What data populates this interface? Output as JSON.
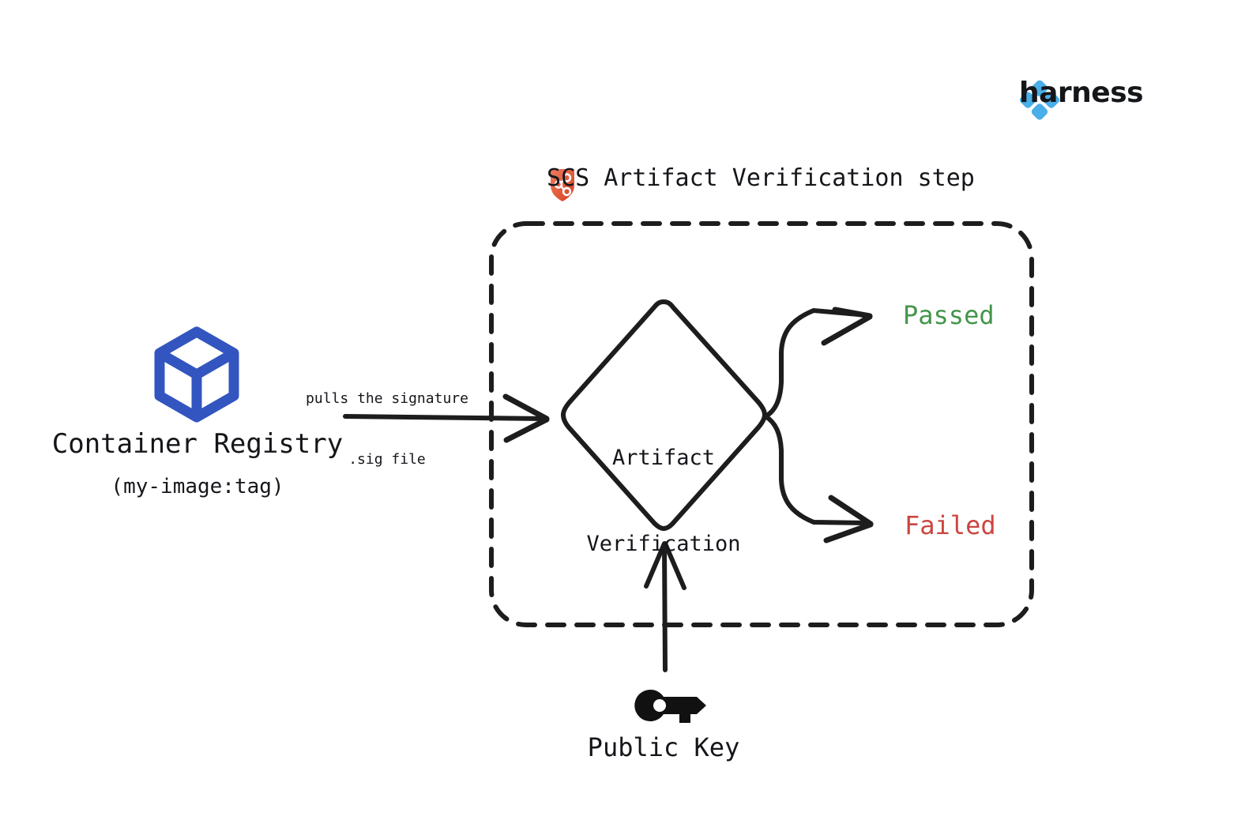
{
  "brand": {
    "name": "harness",
    "logo_icon": "harness-diamond-logo",
    "color": "#4aaee8"
  },
  "title": {
    "icon": "scs-shield-icon",
    "icon_color": "#e0553c",
    "text": "SCS Artifact Verification step"
  },
  "diagram": {
    "type": "flow-diagram",
    "nodes": {
      "registry": {
        "icon": "container-cube-icon",
        "icon_color": "#3355c0",
        "label": "Container Registry",
        "sublabel": "(my-image:tag)"
      },
      "decision": {
        "shape": "diamond",
        "label_line1": "Artifact",
        "label_line2": "Verification"
      },
      "public_key": {
        "icon": "key-icon",
        "icon_color": "#111111",
        "label": "Public Key"
      }
    },
    "edges": {
      "registry_to_decision": {
        "label_line1": "pulls the signature",
        "label_line2": ".sig file"
      },
      "key_to_decision": {
        "label": ""
      }
    },
    "outcomes": [
      {
        "label": "Passed",
        "color": "#45954a"
      },
      {
        "label": "Failed",
        "color": "#cb4540"
      }
    ],
    "boundary": {
      "style": "dashed-rounded-box",
      "stroke_color": "#1d1d1d"
    }
  }
}
